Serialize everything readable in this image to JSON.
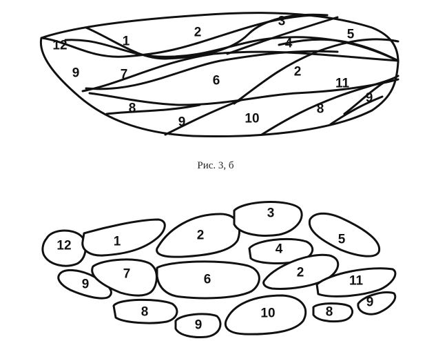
{
  "caption": "Рис. 3, б",
  "top_diagram": {
    "labels": [
      "12",
      "1",
      "2",
      "3",
      "5",
      "4",
      "9",
      "7",
      "6",
      "2",
      "11",
      "8",
      "9",
      "10",
      "8",
      "9"
    ]
  },
  "bottom_diagram": {
    "labels": [
      "12",
      "1",
      "2",
      "3",
      "5",
      "4",
      "9",
      "7",
      "6",
      "2",
      "11",
      "8",
      "9",
      "10",
      "8",
      "9"
    ]
  }
}
